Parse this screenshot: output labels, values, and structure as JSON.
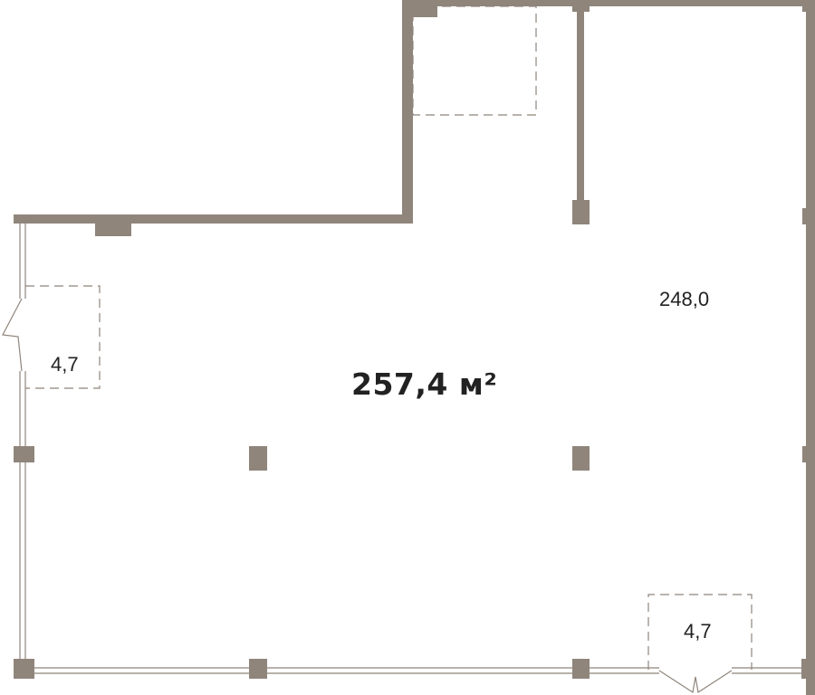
{
  "plan": {
    "total_area": "257,4 м²",
    "zone_label": "248,0",
    "vestibule_left": "4,7",
    "vestibule_bottom": "4,7"
  },
  "colors": {
    "wall": "#8f857b",
    "dash": "#8f857b",
    "text": "#222222"
  }
}
